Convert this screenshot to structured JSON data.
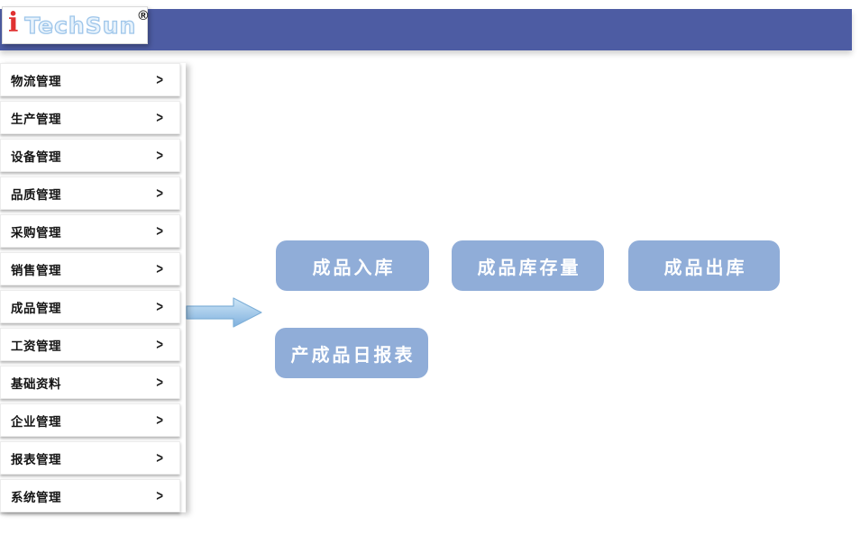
{
  "logo": {
    "i_mark": "i",
    "brand": "TechSun",
    "registered": "®"
  },
  "sidebar": {
    "chevron": ">",
    "items": [
      {
        "label": "物流管理"
      },
      {
        "label": "生产管理"
      },
      {
        "label": "设备管理"
      },
      {
        "label": "品质管理"
      },
      {
        "label": "采购管理"
      },
      {
        "label": "销售管理"
      },
      {
        "label": "成品管理"
      },
      {
        "label": "工资管理"
      },
      {
        "label": "基础资料"
      },
      {
        "label": "企业管理"
      },
      {
        "label": "报表管理"
      },
      {
        "label": "系统管理"
      }
    ]
  },
  "main": {
    "buttons": [
      {
        "label": "成品入库"
      },
      {
        "label": "成品库存量"
      },
      {
        "label": "成品出库"
      },
      {
        "label": "产成品日报表"
      }
    ]
  },
  "colors": {
    "header_bar": "#4d5ca3",
    "button_fill": "#90add8",
    "arrow_light": "#cfe7f7",
    "arrow_dark": "#7fb0de",
    "logo_red": "#e03131",
    "logo_blue_outline": "#9fc6ea"
  }
}
